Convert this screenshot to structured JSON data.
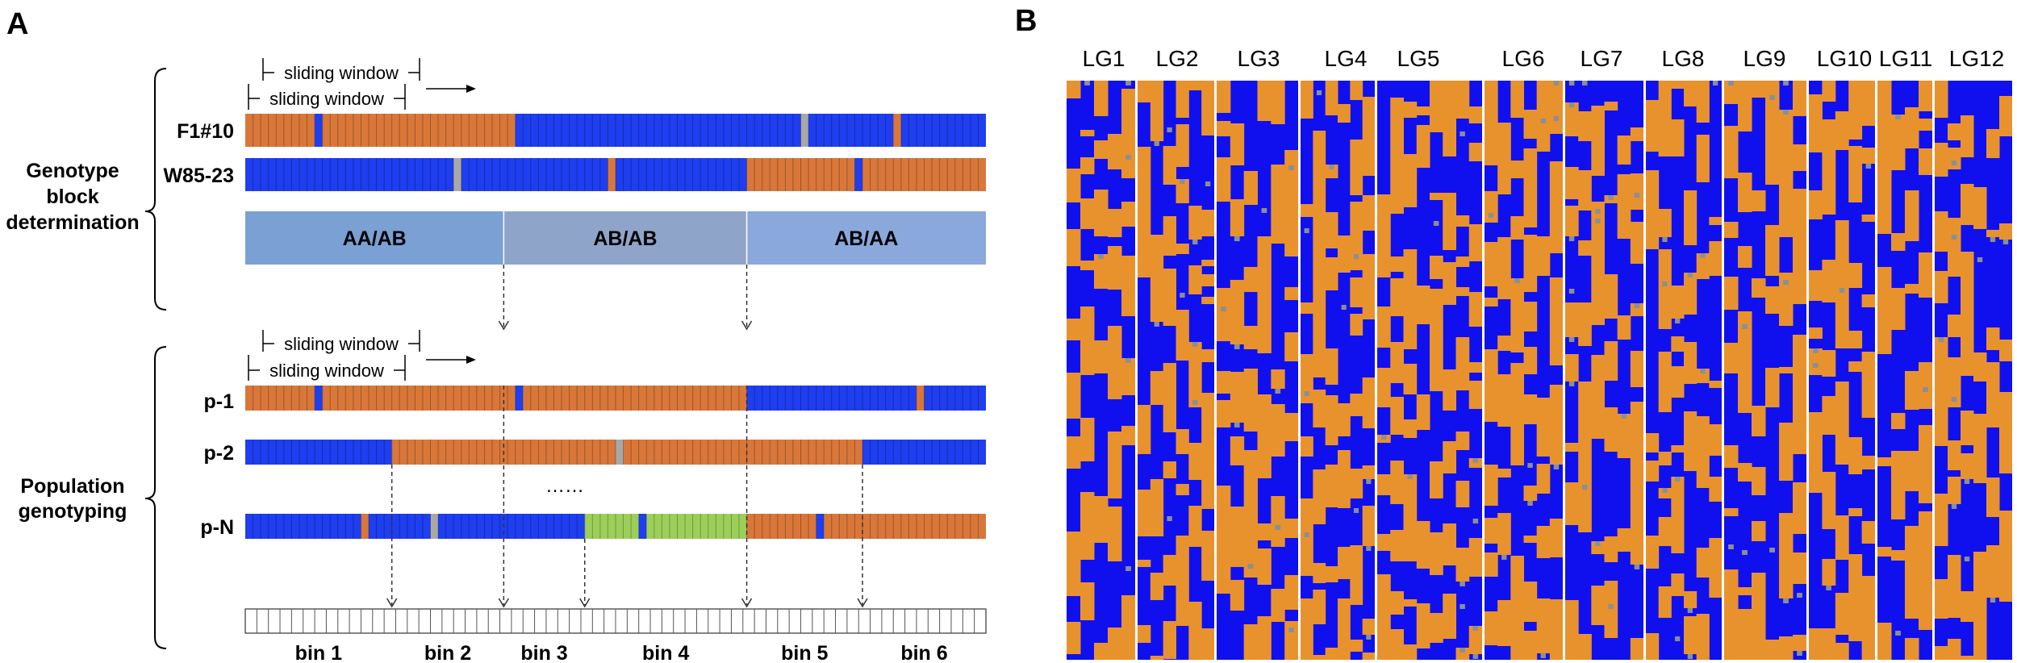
{
  "panels": {
    "a_letter": "A",
    "b_letter": "B"
  },
  "panel_a": {
    "section_genotype_block": [
      "Genotype",
      "block",
      "determination"
    ],
    "section_population": [
      "Population",
      "genotyping"
    ],
    "sliding_window_label": "sliding window",
    "parents": [
      {
        "name": "F1#10",
        "segments": [
          [
            "orange",
            0,
            9
          ],
          [
            "blue",
            9,
            10
          ],
          [
            "orange",
            10,
            35
          ],
          [
            "blue",
            35,
            72
          ],
          [
            "gray",
            72,
            73
          ],
          [
            "blue",
            73,
            84
          ],
          [
            "orange",
            84,
            85
          ],
          [
            "blue",
            85,
            96
          ]
        ]
      },
      {
        "name": "W85-23",
        "segments": [
          [
            "blue",
            0,
            27
          ],
          [
            "gray",
            27,
            28
          ],
          [
            "blue",
            28,
            47
          ],
          [
            "orange",
            47,
            48
          ],
          [
            "blue",
            48,
            65
          ],
          [
            "orange",
            65,
            79
          ],
          [
            "blue",
            79,
            80
          ],
          [
            "orange",
            80,
            96
          ]
        ]
      }
    ],
    "genotype_blocks": [
      {
        "label": "AA/AB",
        "color": "#7aa0d4",
        "from": 0,
        "to": 33.5
      },
      {
        "label": "AB/AB",
        "color": "#8fa4c9",
        "from": 33.5,
        "to": 65
      },
      {
        "label": "AB/AA",
        "color": "#8aa8dc",
        "from": 65,
        "to": 96
      }
    ],
    "progeny": [
      {
        "name": "p-1",
        "segments": [
          [
            "orange",
            0,
            9
          ],
          [
            "blue",
            9,
            10
          ],
          [
            "orange",
            10,
            35
          ],
          [
            "blue",
            35,
            36
          ],
          [
            "orange",
            36,
            65
          ],
          [
            "blue",
            65,
            87
          ],
          [
            "orange",
            87,
            88
          ],
          [
            "blue",
            88,
            96
          ]
        ]
      },
      {
        "name": "p-2",
        "segments": [
          [
            "blue",
            0,
            19
          ],
          [
            "orange",
            19,
            48
          ],
          [
            "gray",
            48,
            49
          ],
          [
            "orange",
            49,
            80
          ],
          [
            "blue",
            80,
            96
          ]
        ]
      },
      {
        "name": "p-N",
        "segments": [
          [
            "blue",
            0,
            15
          ],
          [
            "orange",
            15,
            16
          ],
          [
            "blue",
            16,
            24
          ],
          [
            "gray",
            24,
            25
          ],
          [
            "blue",
            25,
            44
          ],
          [
            "green",
            44,
            51
          ],
          [
            "blue",
            51,
            52
          ],
          [
            "green",
            52,
            65
          ],
          [
            "orange",
            65,
            74
          ],
          [
            "blue",
            74,
            75
          ],
          [
            "orange",
            75,
            96
          ]
        ]
      }
    ],
    "ellipsis": "……",
    "bins": [
      "bin 1",
      "bin 2",
      "bin 3",
      "bin 4",
      "bin 5",
      "bin 6"
    ],
    "bin_breakpoints": [
      19,
      33.5,
      44,
      65,
      80
    ],
    "colors": {
      "orange": "#d9773a",
      "blue": "#1e3ef0",
      "gray": "#a8a8a8",
      "green": "#9ccf5a"
    }
  },
  "panel_b": {
    "linkage_groups": [
      "LG1",
      "LG2",
      "LG3",
      "LG4",
      "LG5",
      "LG6",
      "LG7",
      "LG8",
      "LG9",
      "LG10",
      "LG11",
      "LG12"
    ],
    "colors": {
      "orange": "#e8922e",
      "blue": "#1010ee",
      "gray": "#8a8f94"
    }
  }
}
